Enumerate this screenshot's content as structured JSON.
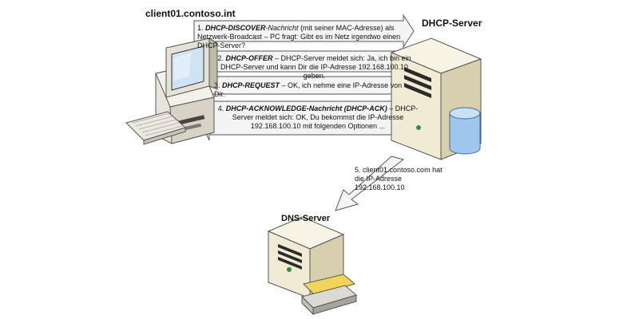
{
  "nodes": {
    "client": "client01.contoso.int",
    "dhcp": "DHCP-Server",
    "dns": "DNS-Server"
  },
  "steps": [
    {
      "num": "1.",
      "term": "DHCP-DISCOVER",
      "term_suffix": "-Nachricht",
      "text": " (mit seiner MAC-Adresse) als Netzwerk-Broadcast – PC fragt: Gibt es im Netz irgendwo einen DHCP-Server?"
    },
    {
      "num": "2.",
      "term": "DHCP-OFFER",
      "term_suffix": "",
      "text": "  – DHCP-Server meldet sich: Ja, ich bin ein DHCP-Server und kann Dir die IP-Adresse 192.168.100.10 geben."
    },
    {
      "num": "3.",
      "term": "DHCP-REQUEST",
      "term_suffix": "",
      "text": " – OK, ich nehme eine IP-Adresse von Dir."
    },
    {
      "num": "4.",
      "term": "DHCP-ACKNOWLEDGE-Nachricht (DHCP-ACK)",
      "term_suffix": "",
      "text": "  – DHCP-Server meldet sich: OK, Du bekommst die IP-Adresse 192.168.100.10 mit folgenden Optionen ..."
    },
    {
      "num": "5.",
      "term": "",
      "term_suffix": "",
      "text": " client01.contoso.com hat die IP-Adresse 192.168.100.10"
    }
  ],
  "colors": {
    "arrow_fill": "#f4f4f4",
    "arrow_stroke": "#555555",
    "server_body": "#f1ebd6",
    "server_shade": "#d8cfae",
    "server_dark": "#9c9170",
    "monitor_screen": "#cfe3f5",
    "database": "#9fc7ee",
    "printer_tray": "#f2d45a"
  }
}
